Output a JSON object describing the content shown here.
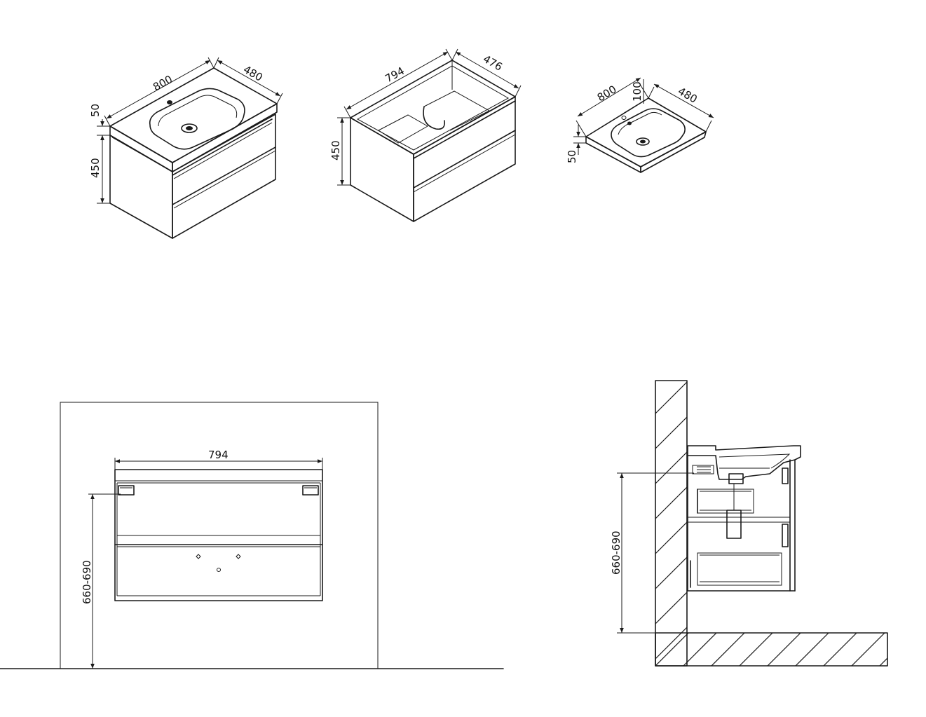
{
  "views": {
    "cabinet_iso": {
      "dim_width": "800",
      "dim_depth": "480",
      "dim_top": "50",
      "dim_height": "450"
    },
    "body_iso": {
      "dim_width": "794",
      "dim_depth": "476",
      "dim_height": "450"
    },
    "basin_iso": {
      "dim_width": "800",
      "dim_depth": "480",
      "dim_back": "100",
      "dim_thick": "50"
    },
    "front_elevation": {
      "dim_width": "794",
      "dim_mount": "660-690"
    },
    "side_section": {
      "dim_mount": "660-690"
    }
  },
  "colors": {
    "line": "#1a1a1a",
    "background": "#ffffff"
  }
}
